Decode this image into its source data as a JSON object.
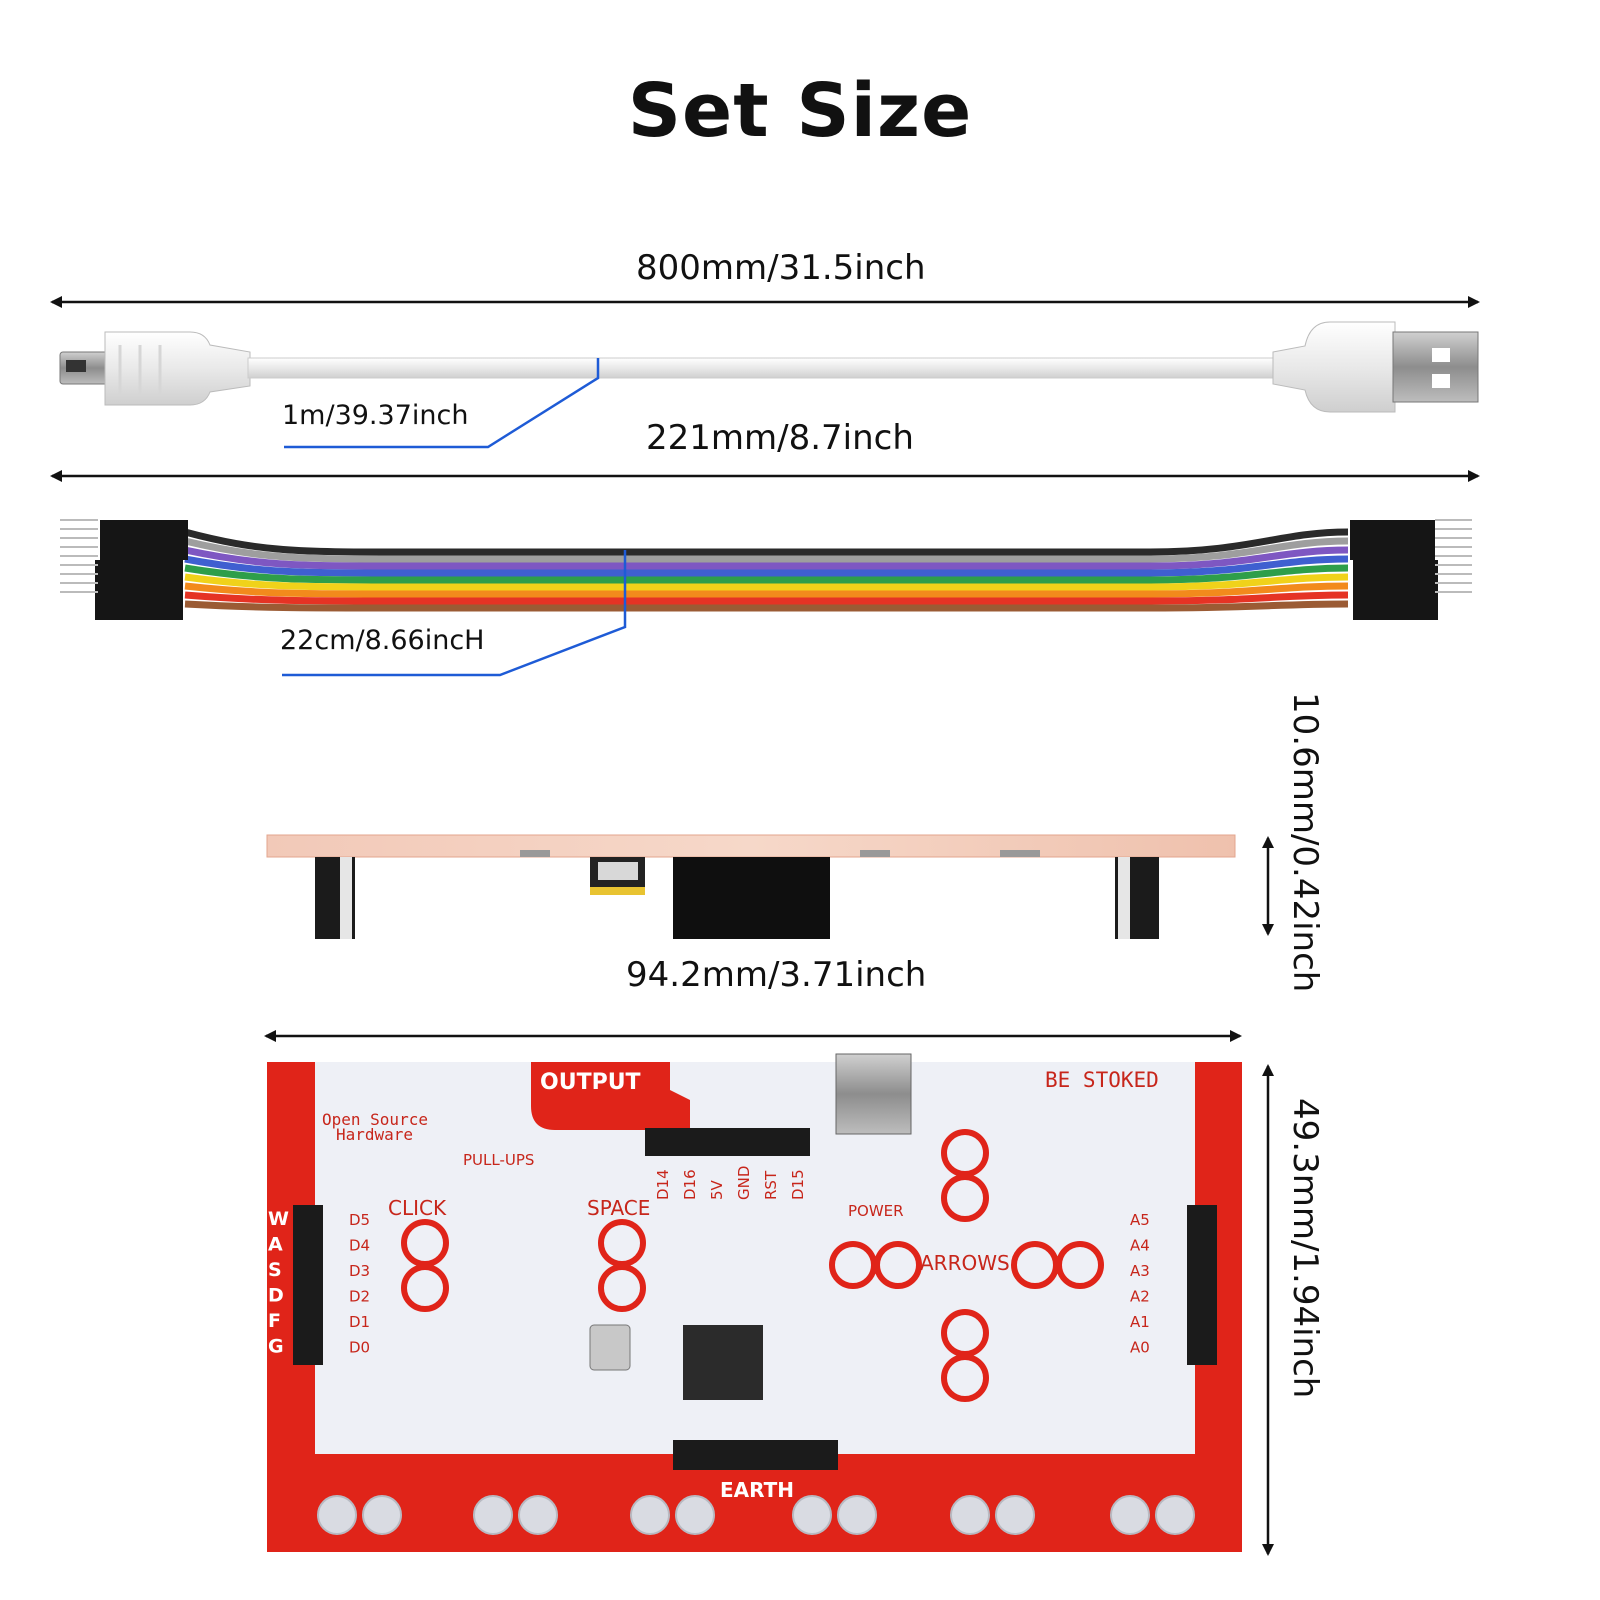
{
  "title": "Set Size",
  "usb_cable": {
    "span_label": "800mm/31.5inch",
    "callout_label": "1m/39.37inch"
  },
  "jumper_wires": {
    "span_label": "221mm/8.7inch",
    "callout_label": "22cm/8.66incH",
    "wire_colors": [
      "#2a2a2a",
      "#9e9e9e",
      "#7e57c2",
      "#3f5fd0",
      "#2e9e4a",
      "#f0d21a",
      "#f28a1c",
      "#e53324",
      "#9b5b34"
    ]
  },
  "board_side": {
    "height_label": "10.6mm/0.42inch"
  },
  "board_top": {
    "width_label": "94.2mm/3.71inch",
    "height_label": "49.3mm/1.94inch",
    "silkscreen": {
      "output": "OUTPUT",
      "be_stoked": "BE STOKED",
      "open_source_1": "Open Source",
      "open_source_2": "Hardware",
      "pull_ups": "PULL-UPS",
      "click": "CLICK",
      "space": "SPACE",
      "arrows": "ARROWS",
      "power": "POWER",
      "earth": "EARTH",
      "keys": [
        "W",
        "A",
        "S",
        "D",
        "F",
        "G"
      ],
      "left_pins": [
        "D5",
        "D4",
        "D3",
        "D2",
        "D1",
        "D0"
      ],
      "right_pins": [
        "A5",
        "A4",
        "A3",
        "A2",
        "A1",
        "A0"
      ],
      "top_pins": [
        "D14",
        "D16",
        "5V",
        "GND",
        "RST",
        "D15"
      ]
    }
  },
  "colors": {
    "pcb_red": "#e02419",
    "pcb_white": "#eef0f6",
    "callout_blue": "#1e5bd6"
  }
}
